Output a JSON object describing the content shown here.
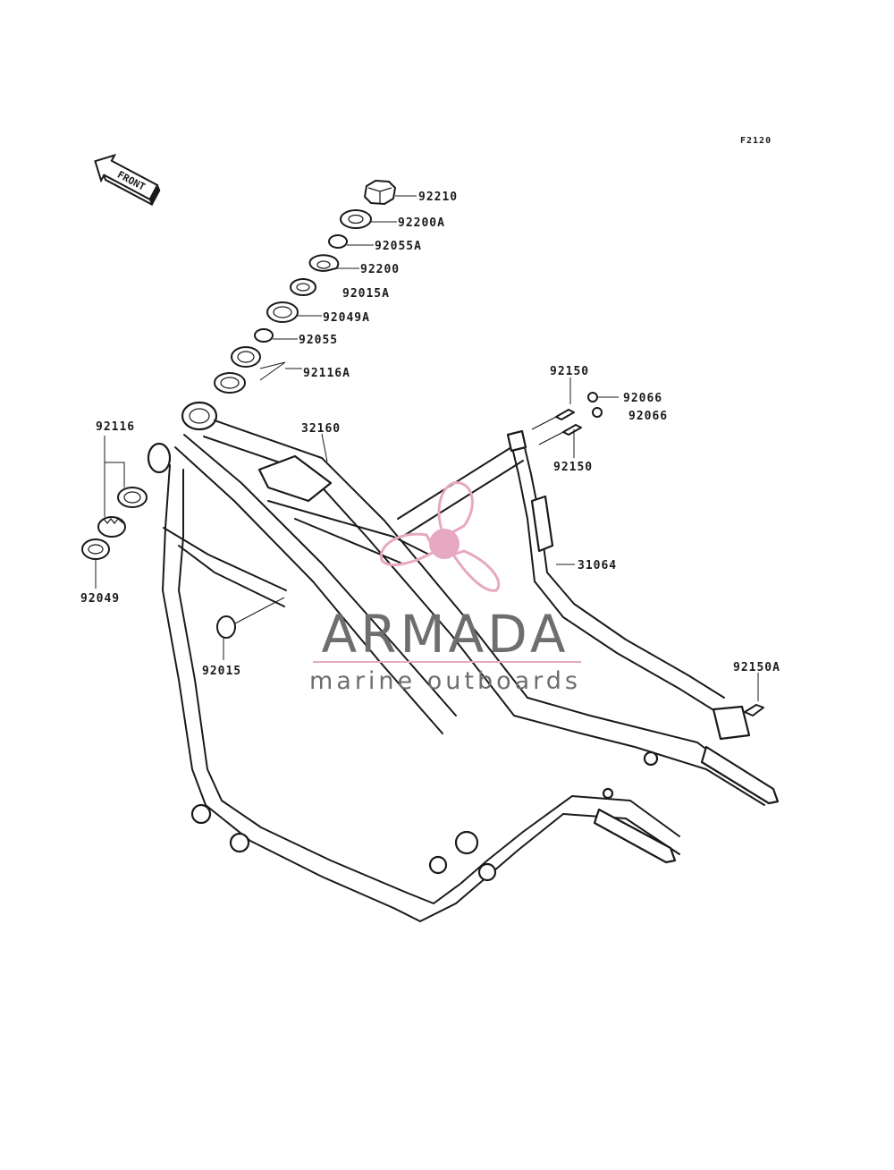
{
  "diagram": {
    "figure_code": "F2120",
    "front_arrow_label": "FRONT",
    "labels": {
      "p92210": "92210",
      "p92200A": "92200A",
      "p92055A": "92055A",
      "p92200": "92200",
      "p92015A": "92015A",
      "p92049A": "92049A",
      "p92055": "92055",
      "p92116A": "92116A",
      "p92116": "92116",
      "p92049": "92049",
      "p32160": "32160",
      "p92150_top": "92150",
      "p92066_a": "92066",
      "p92066_b": "92066",
      "p92150_mid": "92150",
      "p31064": "31064",
      "p92015": "92015",
      "p92150A": "92150A"
    }
  },
  "watermark": {
    "brand": "ARMADA",
    "tagline": "marine outboards",
    "brand_color": "#6e6e6e",
    "accent_color": "#e7a8c1",
    "icon": "propeller-icon"
  }
}
